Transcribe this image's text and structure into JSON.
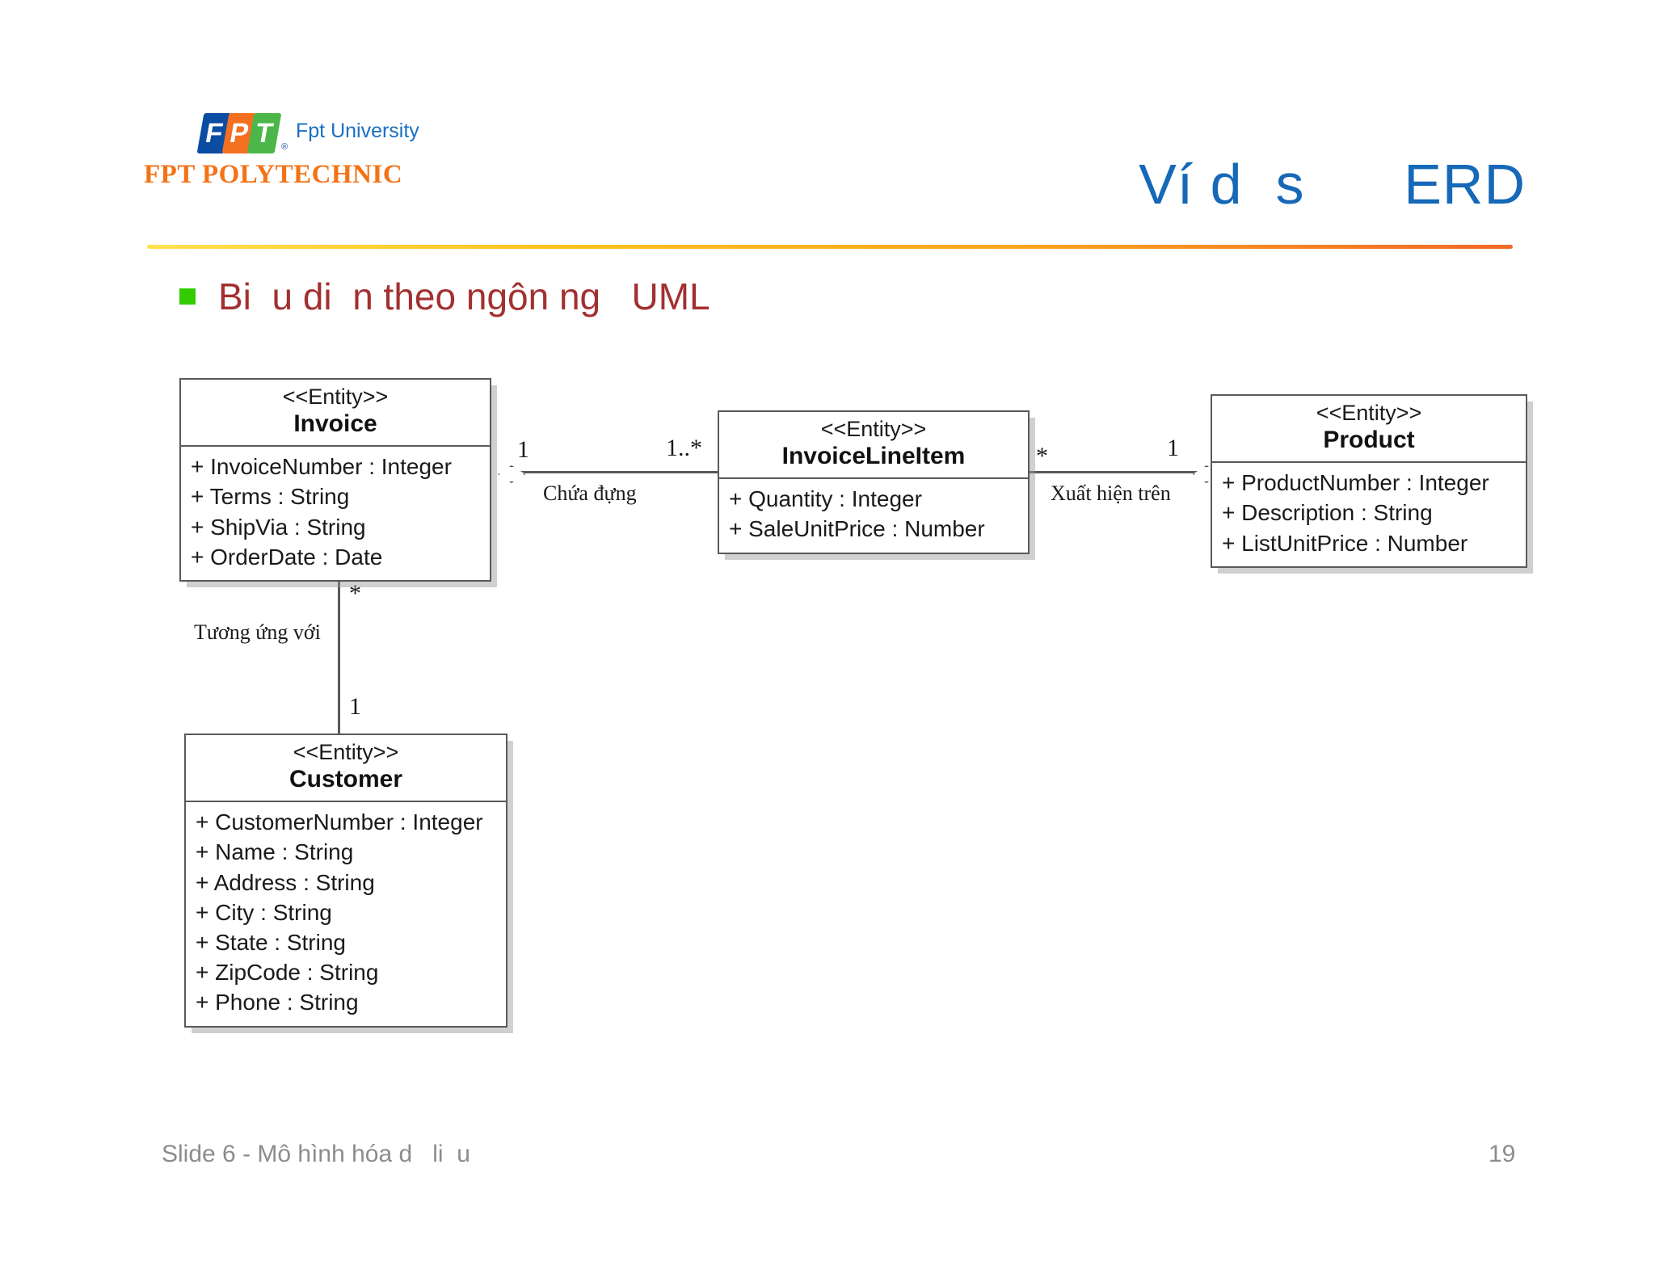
{
  "brand": {
    "mark_letters": [
      "F",
      "P",
      "T"
    ],
    "registered_mark": "®",
    "university": "Fpt University",
    "polytechnic": "FPT POLYTECHNIC",
    "colors": {
      "blue": "#0b4da2",
      "orange": "#f37021",
      "green": "#4cb748",
      "polytechnic_orange": "#f47216",
      "title_blue": "#1668b8"
    }
  },
  "header": {
    "title": "Ví d  s      ERD"
  },
  "bullet": {
    "marker": "green-square-bullet",
    "text": "Bi  u di  n theo ngôn ng   UML",
    "color": "#a33030"
  },
  "diagram": {
    "stereotype": "<<Entity>>",
    "entities": [
      {
        "name": "Invoice",
        "attributes": [
          "+ InvoiceNumber : Integer",
          "+ Terms : String",
          "+ ShipVia : String",
          "+ OrderDate : Date"
        ]
      },
      {
        "name": "InvoiceLineItem",
        "attributes": [
          "+ Quantity : Integer",
          "+ SaleUnitPrice : Number"
        ]
      },
      {
        "name": "Product",
        "attributes": [
          "+ ProductNumber : Integer",
          "+ Description : String",
          "+ ListUnitPrice : Number"
        ]
      },
      {
        "name": "Customer",
        "attributes": [
          "+ CustomerNumber : Integer",
          "+ Name : String",
          "+ Address : String",
          "+ City : String",
          "+ State : String",
          "+ ZipCode : String",
          "+ Phone : String"
        ]
      }
    ],
    "associations": [
      {
        "label": "Chứa đựng",
        "from": "Invoice",
        "to": "InvoiceLineItem",
        "from_multiplicity": "1",
        "to_multiplicity": "1..*",
        "from_end": "aggregation-diamond"
      },
      {
        "label": "Xuất hiện trên",
        "from": "InvoiceLineItem",
        "to": "Product",
        "from_multiplicity": "*",
        "to_multiplicity": "1",
        "to_end": "aggregation-diamond"
      },
      {
        "label": "Tương ứng với",
        "from": "Invoice",
        "to": "Customer",
        "from_multiplicity": "*",
        "to_multiplicity": "1"
      }
    ]
  },
  "footer": {
    "left": "Slide 6 - Mô hình hóa d   li  u",
    "page": "19"
  }
}
